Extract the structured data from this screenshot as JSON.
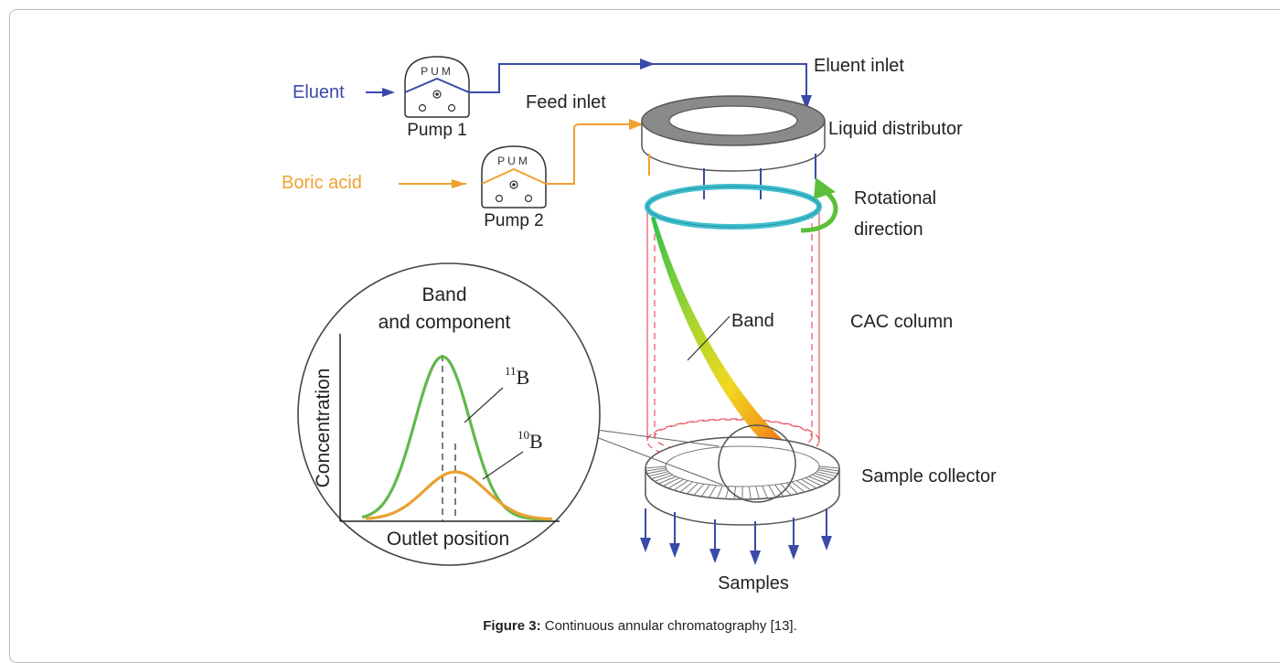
{
  "figure": {
    "caption_label": "Figure 3:",
    "caption_text": " Continuous annular chromatography [13]."
  },
  "labels": {
    "eluent": "Eluent",
    "boric_acid": "Boric acid",
    "pump1": "Pump 1",
    "pump2": "Pump 2",
    "pump_text": "PUM",
    "feed_inlet": "Feed inlet",
    "eluent_inlet": "Eluent inlet",
    "liquid_distributor": "Liquid distributor",
    "rotational_line1": "Rotational",
    "rotational_line2": "direction",
    "cac_column": "CAC column",
    "band": "Band",
    "sample_collector": "Sample collector",
    "samples": "Samples",
    "inset_title_line1": "Band",
    "inset_title_line2": "and component",
    "y_axis": "Concentration",
    "x_axis": "Outlet position",
    "b11_mass": "11",
    "b11_sym": "B",
    "b10_mass": "10",
    "b10_sym": "B"
  },
  "colors": {
    "eluent": "#3a4aa8",
    "boric_acid": "#f0a030",
    "b11_curve": "#62b84a",
    "b10_curve": "#eaa030",
    "rotation_arrow": "#5cbf3a",
    "ring_teal": "#3fbfcf",
    "column_outline": "#e8505a"
  }
}
